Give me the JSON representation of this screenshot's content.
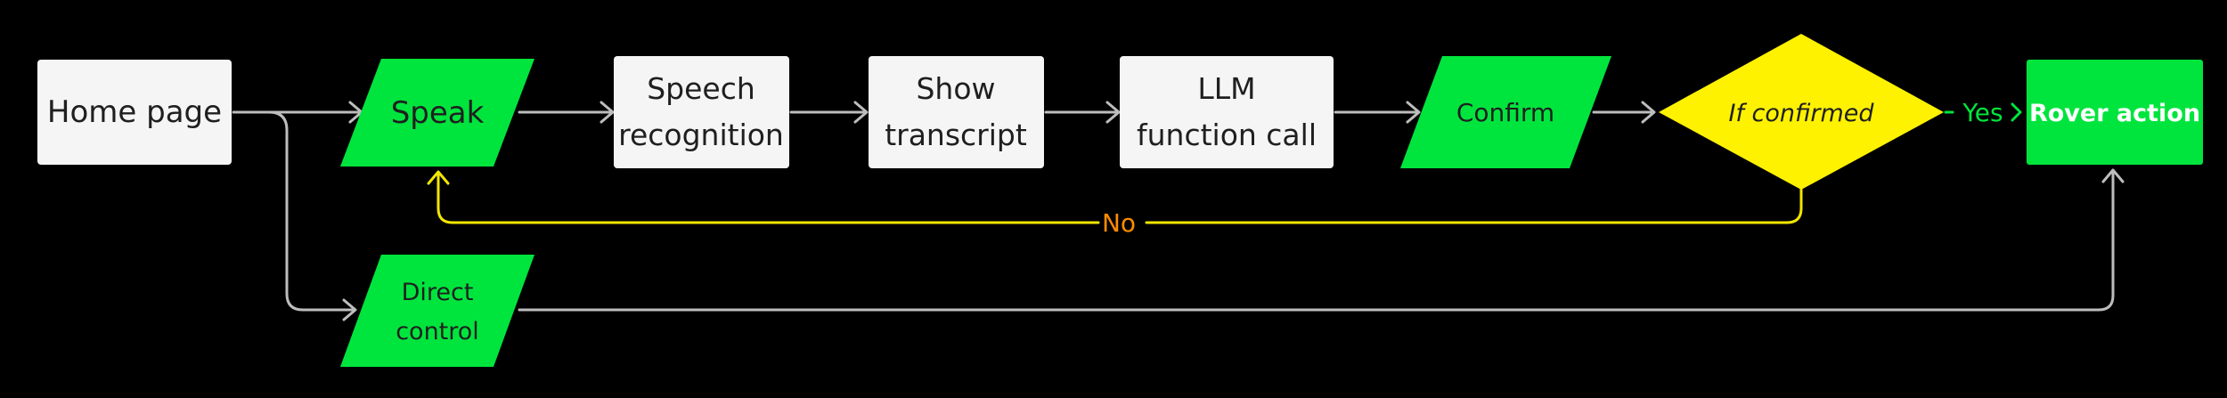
{
  "nodes": {
    "home": {
      "label": "Home page"
    },
    "speak": {
      "label": "Speak"
    },
    "speech_recognition": {
      "line1": "Speech",
      "line2": "recognition"
    },
    "show_transcript": {
      "line1": "Show",
      "line2": "transcript"
    },
    "llm_call": {
      "line1": "LLM",
      "line2": "function call"
    },
    "confirm": {
      "label": "Confirm"
    },
    "decision": {
      "label": "If confirmed"
    },
    "rover_action": {
      "label": "Rover action"
    },
    "direct_control": {
      "line1": "Direct",
      "line2": "control"
    }
  },
  "edges": {
    "yes_label": "Yes",
    "no_label": "No"
  },
  "colors": {
    "green": "#00e53d",
    "yellow": "#fff200",
    "box": "#f5f5f5",
    "edge": "#bdbdbd",
    "no_line": "#f2e600",
    "no_text": "#ff8c00",
    "yes_text": "#00e53d"
  }
}
